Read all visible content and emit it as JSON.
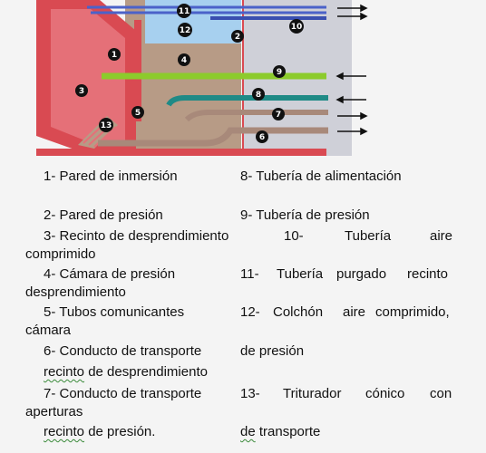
{
  "diagram": {
    "callouts": [
      "1",
      "2",
      "3",
      "4",
      "5",
      "6",
      "7",
      "8",
      "9",
      "10",
      "11",
      "12",
      "13"
    ],
    "colors": {
      "outer_wall": "#d94a52",
      "inner_wall": "#e57078",
      "chamber": "#b79b86",
      "air_cushion": "#a7d0ef",
      "casing": "#cfd0d8",
      "pipe_blue": "#4b62c9",
      "pipe_green": "#8ccb2c",
      "pipe_teal": "#1f8a86",
      "pipe_tan": "#a8897a",
      "background": "#f4f4f4"
    },
    "arrows": {
      "pipe_9": "in",
      "pipe_8": "in",
      "pipe_7": "out",
      "pipe_6": "out",
      "pipe_top": "out",
      "pipe_10": "out"
    }
  },
  "legend": {
    "l1": "1- Pared de inmersión",
    "r1": "8- Tubería de alimentación",
    "l2": "2- Pared de presión",
    "r2": "9- Tubería de presión",
    "l3": "3- Recinto de desprendimiento",
    "r3a": "10-",
    "r3b": "Tubería",
    "r3c": "aire",
    "l3b": "comprimido",
    "l4": "4- Cámara de presión",
    "r4a": "11-",
    "r4b": "Tubería",
    "r4c": "purgado",
    "r4d": "recinto",
    "l4b": "desprendimiento",
    "l5": "5- Tubos comunicantes",
    "r5a": "12-",
    "r5b": "Colchón",
    "r5c": "aire",
    "r5d": "comprimido,",
    "l5b": "cámara",
    "l6": "6- Conducto de transporte",
    "r6": "de presión",
    "l6b_a": "recinto",
    "l6b_b": "de desprendimiento",
    "l7": "7- Conducto de transporte",
    "r7a": "13-",
    "r7b": "Triturador",
    "r7c": "cónico",
    "r7d": "con",
    "l7b": "aperturas",
    "l8_a": "recinto",
    "l8_b": "de presión.",
    "r8_a": "de",
    "r8_b": "transporte"
  }
}
